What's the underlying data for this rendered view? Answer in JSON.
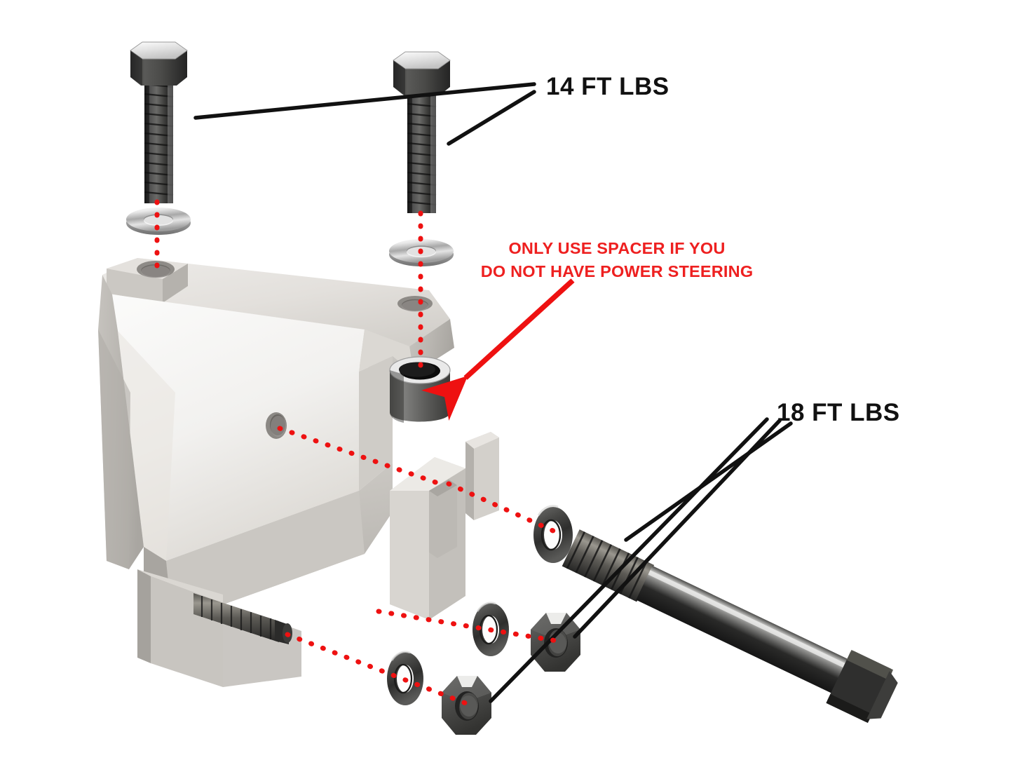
{
  "diagram": {
    "type": "exploded-assembly",
    "title": "Bracket Mounting Hardware Exploded View",
    "background_color": "#ffffff"
  },
  "annotations": {
    "torque_top": {
      "text": "14 FT LBS",
      "color": "#111111",
      "leader_count": 2,
      "applies_to": "upper-hex-bolts"
    },
    "torque_bottom": {
      "text": "18 FT LBS",
      "color": "#111111",
      "leader_count": 3,
      "applies_to": "through-bolt-and-nuts"
    },
    "spacer_warning": {
      "line1": "ONLY USE SPACER IF YOU",
      "line2": "DO NOT HAVE POWER STEERING",
      "color": "#ee2020",
      "arrow_color": "#ee1111",
      "applies_to": "cylindrical-spacer"
    }
  },
  "colors": {
    "bracket_light": "#f3f2f0",
    "bracket_mid": "#dcd9d4",
    "bracket_side": "#bdbab5",
    "bracket_dark": "#a9a6a1",
    "hardware_dark": "#3a3a3a",
    "hardware_black": "#262626",
    "chrome_light": "#efefef",
    "chrome_mid": "#b9b9b9",
    "dotted_red": "#ee1111",
    "leader_black": "#111111"
  },
  "parts": [
    {
      "id": "bolt-upper-left",
      "name": "hex-head-bolt",
      "finish": "black-oxide",
      "torque": "14 FT LBS"
    },
    {
      "id": "bolt-upper-right",
      "name": "hex-head-bolt",
      "finish": "black-oxide",
      "torque": "14 FT LBS"
    },
    {
      "id": "washer-upper-left",
      "name": "flat-washer",
      "finish": "chrome"
    },
    {
      "id": "washer-upper-right",
      "name": "flat-washer",
      "finish": "chrome"
    },
    {
      "id": "spacer",
      "name": "cylindrical-spacer",
      "finish": "steel",
      "conditional": "no power steering"
    },
    {
      "id": "bracket-main",
      "name": "mounting-bracket",
      "finish": "cast-aluminum"
    },
    {
      "id": "clevis-bracket",
      "name": "forked-clevis-bracket",
      "finish": "cast-aluminum"
    },
    {
      "id": "bolt-long",
      "name": "long-through-bolt",
      "finish": "black-oxide",
      "torque": "18 FT LBS"
    },
    {
      "id": "washer-mid",
      "name": "flat-washer",
      "finish": "black-oxide"
    },
    {
      "id": "washer-low-a",
      "name": "flat-washer",
      "finish": "black-oxide"
    },
    {
      "id": "washer-low-b",
      "name": "flat-washer",
      "finish": "black-oxide"
    },
    {
      "id": "nut-a",
      "name": "hex-nut",
      "finish": "black-oxide",
      "torque": "18 FT LBS"
    },
    {
      "id": "nut-b",
      "name": "hex-nut",
      "finish": "black-oxide",
      "torque": "18 FT LBS"
    },
    {
      "id": "stud-lower",
      "name": "threaded-stud",
      "finish": "black-oxide"
    }
  ]
}
